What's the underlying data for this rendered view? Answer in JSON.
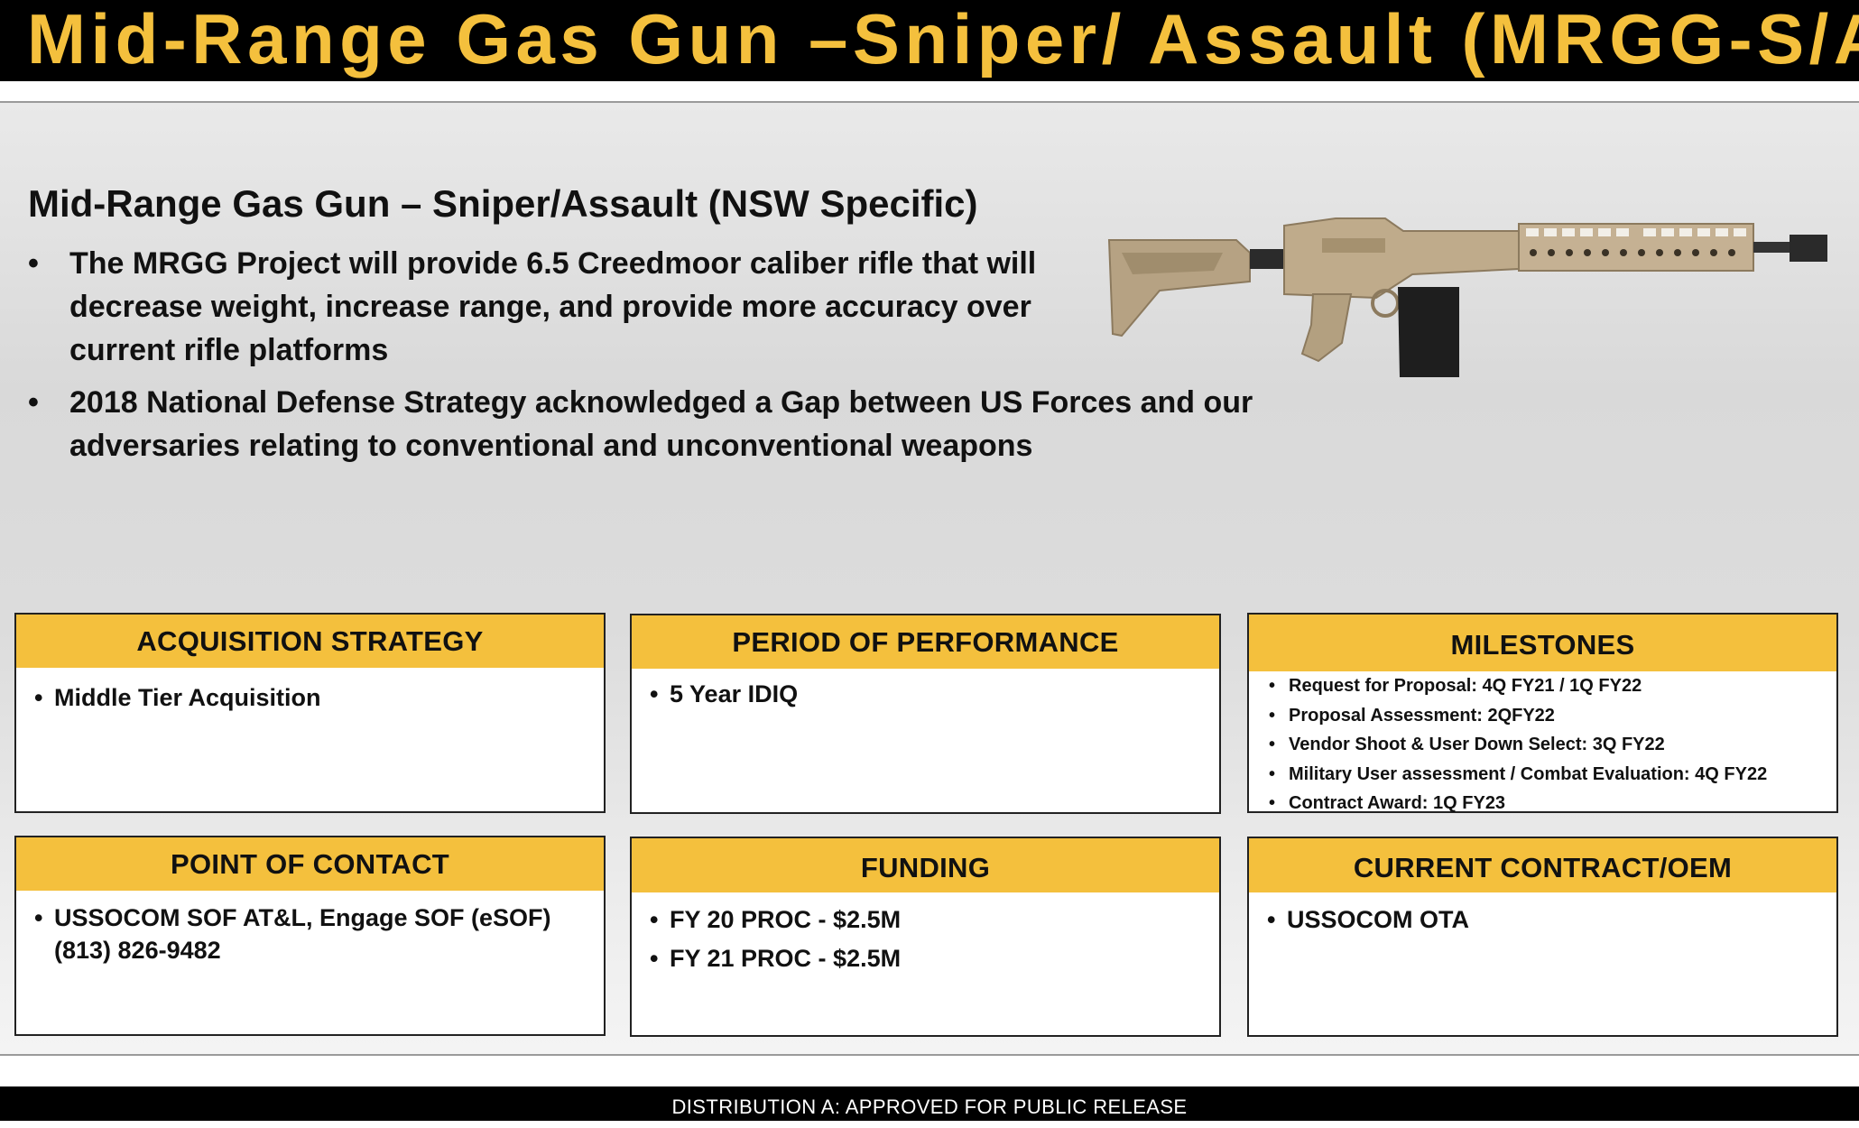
{
  "header": {
    "title": "Mid-Range Gas Gun –Sniper/ Assault (MRGG-S/A)"
  },
  "overview": {
    "subtitle": "Mid-Range Gas Gun – Sniper/Assault (NSW Specific)",
    "bullets": [
      "The MRGG Project will provide 6.5 Creedmoor caliber rifle that will decrease weight, increase range, and provide more accuracy over current rifle platforms",
      "2018 National Defense Strategy acknowledged a Gap between US Forces and our adversaries relating to conventional and unconventional weapons"
    ]
  },
  "boxes": {
    "acquisition": {
      "title": "ACQUISITION STRATEGY",
      "items": [
        "Middle Tier Acquisition"
      ]
    },
    "period": {
      "title": "PERIOD OF PERFORMANCE",
      "items": [
        "5 Year IDIQ"
      ]
    },
    "milestones": {
      "title": "MILESTONES",
      "items": [
        "Request for Proposal: 4Q FY21 / 1Q FY22",
        "Proposal Assessment: 2QFY22",
        "Vendor Shoot & User Down Select: 3Q FY22",
        "Military User assessment / Combat Evaluation: 4Q FY22",
        "Contract Award:  1Q FY23"
      ]
    },
    "contact": {
      "title": "POINT OF CONTACT",
      "line1": "USSOCOM SOF AT&L, Engage SOF (eSOF)",
      "line2": "(813) 826-9482"
    },
    "funding": {
      "title": "FUNDING",
      "items": [
        "FY 20 PROC - $2.5M",
        "FY 21 PROC - $2.5M"
      ]
    },
    "contract": {
      "title": "CURRENT CONTRACT/OEM",
      "items": [
        "USSOCOM OTA"
      ]
    }
  },
  "footer": {
    "text": "DISTRIBUTION A: APPROVED FOR PUBLIC RELEASE"
  },
  "colors": {
    "accent": "#f4c03d",
    "bar": "#000000",
    "rifle": "#b9a584"
  }
}
